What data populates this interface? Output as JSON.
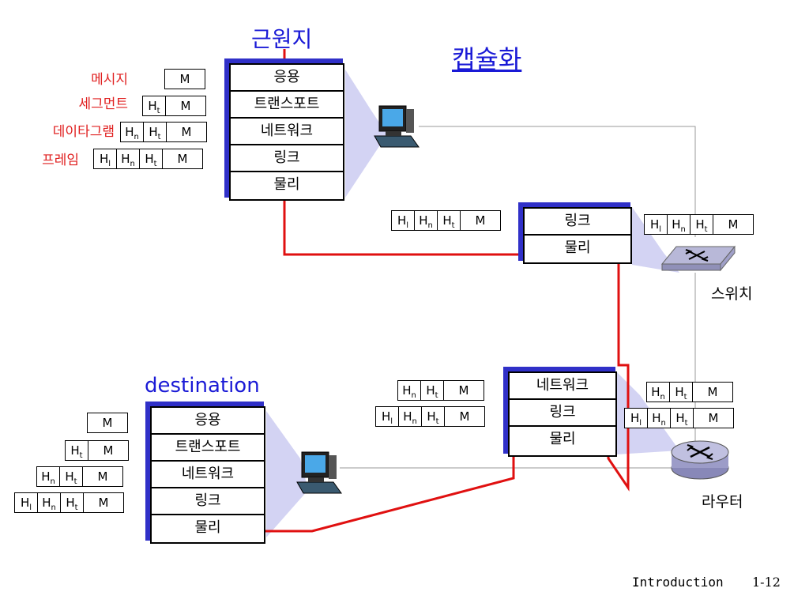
{
  "title": "캡슐화",
  "source_label": "근원지",
  "destination_label": "destination",
  "switch_label": "스위치",
  "router_label": "라우터",
  "msg_types": {
    "message": "메시지",
    "segment": "세그먼트",
    "datagram": "데이타그램",
    "frame": "프레임"
  },
  "layers": {
    "app": "응용",
    "transport": "트랜스포트",
    "network": "네트워크",
    "link": "링크",
    "physical": "물리"
  },
  "headers": {
    "H": "H",
    "t": "t",
    "n": "n",
    "l": "l",
    "M": "M"
  },
  "footer": {
    "text": "Introduction",
    "page": "1-12"
  }
}
